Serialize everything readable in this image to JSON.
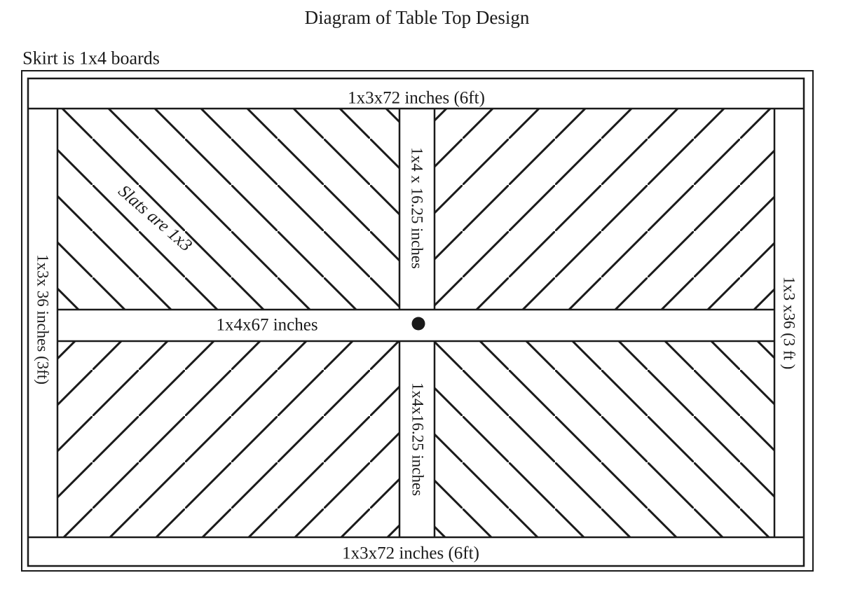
{
  "title": "Diagram of Table Top Design",
  "notes": {
    "skirt": "Skirt is 1x4 boards",
    "slats": "Slats are 1x3"
  },
  "boards": {
    "top": "1x3x72 inches (6ft)",
    "bottom": "1x3x72 inches (6ft)",
    "left": "1x3x 36 inches (3ft)",
    "right": "1x3 x36 (3 ft )",
    "center_horizontal": "1x4x67 inches",
    "center_vertical_upper": "1x4 x 16.25 inches",
    "center_vertical_lower": "1x4x16.25 inches"
  },
  "colors": {
    "line": "#1a1a1a",
    "background": "#ffffff"
  }
}
